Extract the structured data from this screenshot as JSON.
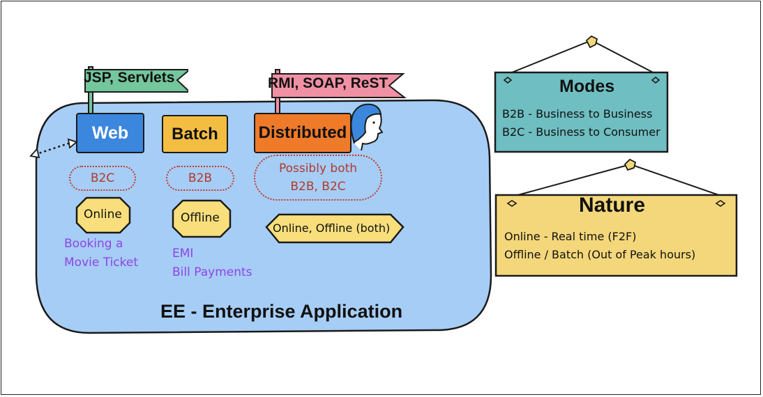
{
  "app": {
    "boxes": {
      "web": "Web",
      "batch": "Batch",
      "distributed": "Distributed"
    },
    "flags": {
      "web": "JSP, Servlets",
      "distributed": "RMI, SOAP, ReST"
    },
    "modes_badges": {
      "web": "B2C",
      "batch": "B2B",
      "distributed_line1": "Possibly both",
      "distributed_line2": "B2B, B2C"
    },
    "nature_badges": {
      "web": "Online",
      "batch": "Offline",
      "distributed": "Online, Offline (both)"
    },
    "examples": {
      "web": [
        "Booking a",
        "Movie Ticket"
      ],
      "batch": [
        "EMI",
        "Bill Payments"
      ]
    },
    "title": "EE - Enterprise Application"
  },
  "modes_sign": {
    "title": "Modes",
    "lines": [
      "B2B - Business to Business",
      "B2C - Business to Consumer"
    ]
  },
  "nature_sign": {
    "title": "Nature",
    "lines": [
      "Online - Real time (F2F)",
      "Offline / Batch (Out of Peak hours)"
    ]
  },
  "colors": {
    "container": "#a6cdf5",
    "web": "#3b87de",
    "batch": "#f3bd42",
    "distributed": "#ef7a2a",
    "modes": "#6fbec1",
    "nature": "#f3d77a",
    "badge": "#f8df7c",
    "flag": "#74c69d",
    "flag2": "#f090a4"
  }
}
